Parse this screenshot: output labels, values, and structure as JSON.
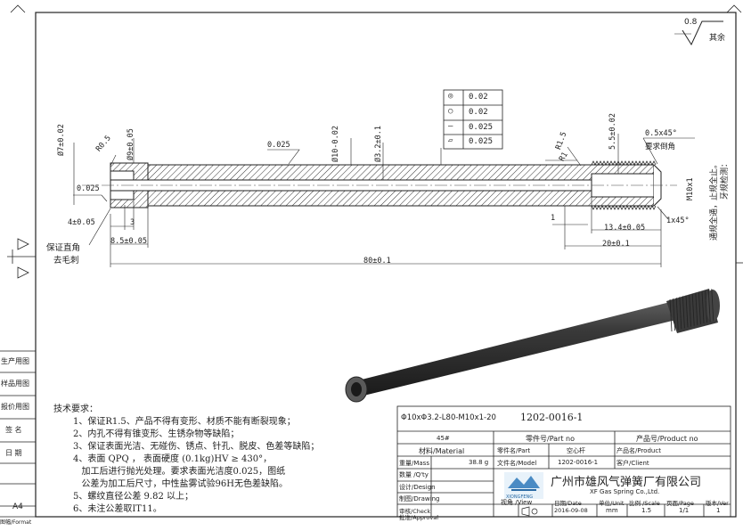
{
  "side_labels": [
    "生产用图",
    "样品用图",
    "报价用图",
    "签 名",
    "日 期"
  ],
  "paper_size": "A4",
  "paper_size_label": "图幅/Format",
  "roughness": {
    "value": "0.8",
    "label": "其余"
  },
  "dimensions": {
    "d7": "Ø7±0.02",
    "r05": "R0.5",
    "d9": "Ø9±0.05",
    "d025_left": "0.025",
    "d025_mid": "0.025",
    "d10": "Ø10-0.02",
    "d32": "Ø3.2±0.1",
    "len4": "4±0.05",
    "len3": "3",
    "len85": "8.5±0.05",
    "len80": "80±0.1",
    "r15": "R1.5",
    "r1": "R1",
    "d55": "5.5±0.02",
    "chamfer": "0.5x45°",
    "chamfer_note": "要求倒角",
    "m10": "M10x1",
    "len1": "1",
    "len134": "13.4±0.05",
    "len20": "20±0.1",
    "c1x45": "1x45°",
    "protect_note_1": "保证直角",
    "protect_note_2": "去毛刺",
    "thread_note": "通规全通，止规全止。",
    "thread_note_2": "牙规检测："
  },
  "tolerance_frame": [
    {
      "symbol": "◎",
      "value": "0.02"
    },
    {
      "symbol": "○",
      "value": "0.02"
    },
    {
      "symbol": "—",
      "value": "0.025"
    },
    {
      "symbol": "▱",
      "value": "0.025"
    }
  ],
  "notes": {
    "title": "技术要求：",
    "items": [
      "1、保证R1.5、产品不得有变形、材质不能有断裂现象；",
      "2、内孔不得有锥变形、生锈杂物等缺陷；",
      "3、保证表面光洁、无碰伤、锈点、针孔、脱皮、色差等缺陷；",
      "4、表面 QPQ ， 表面硬度 (0.1kg)HV ≥ 430°，",
      "   加工后进行抛光处理。要求表面光洁度0.025，图纸",
      "   公差为加工后尺寸，中性盐雾试验96H无色差缺陷。",
      "5、螺纹直径公差 9.82 以上；",
      "6、未注公差取IT11。"
    ]
  },
  "title_block": {
    "spec": "Φ10xΦ3.2-L80-M10x1-20",
    "drawing_no": "1202-0016-1",
    "part_no_label": "零件号/Part no",
    "product_no_label": "产品号/Product no",
    "material_value": "45#",
    "material_label": "材料/Material",
    "part_name_label": "零件名/Part",
    "part_name_value": "空心杆",
    "product_name_label": "产品名/Product",
    "weight_label": "重量/Mass",
    "weight_value": "38.8 g",
    "file_label": "文件名/Model",
    "file_value": "1202-0016-1",
    "client_label": "客户/Client",
    "qty_label": "数量 /Q'ty",
    "design_label": "设计/Design",
    "drawing_label": "制图/Drawing",
    "check_label": "审核/Check",
    "approval_label": "批准/Approval",
    "company_cn": "广州市雄风气弹簧厂有限公司",
    "company_en": "XF Gas Spring Co.,Ltd.",
    "logo_text": "XIONGFENG",
    "view_label": "视角 /View",
    "date_label": "日期/Date",
    "date_value": "2016-09-08",
    "unit_label": "单位/Unit",
    "unit_value": "mm",
    "scale_label": "比例 /Scale",
    "scale_value": "1.5",
    "page_label": "页面/Page",
    "page_value": "1/1",
    "version_label": "版本/Ver",
    "version_value": "1"
  }
}
